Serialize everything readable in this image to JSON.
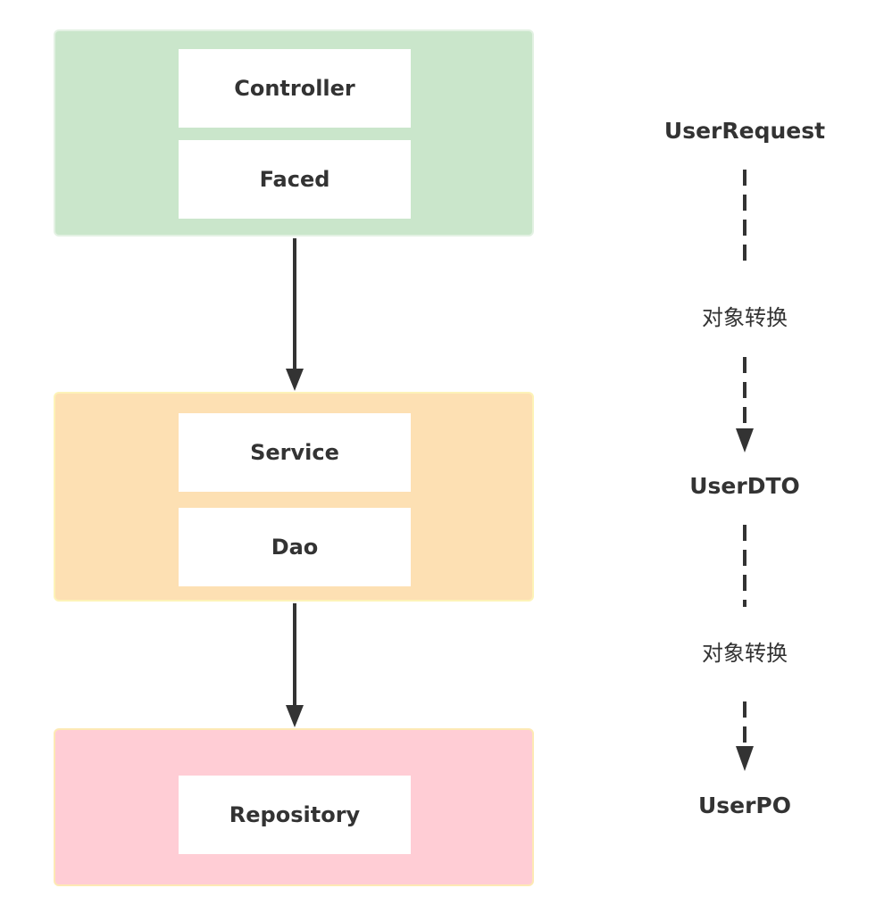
{
  "layers": {
    "presentation": {
      "color": "#cae6cb",
      "boxes": [
        "Controller",
        "Faced"
      ]
    },
    "business": {
      "color": "#fde0b3",
      "boxes": [
        "Service",
        "Dao"
      ]
    },
    "persistence": {
      "color": "#ffcdd5",
      "boxes": [
        "Repository"
      ]
    }
  },
  "objects": {
    "request": "UserRequest",
    "dto": "UserDTO",
    "po": "UserPO"
  },
  "conversions": [
    "对象转换",
    "对象转换"
  ],
  "colors": {
    "arrow": "#333333",
    "text": "#333333"
  }
}
